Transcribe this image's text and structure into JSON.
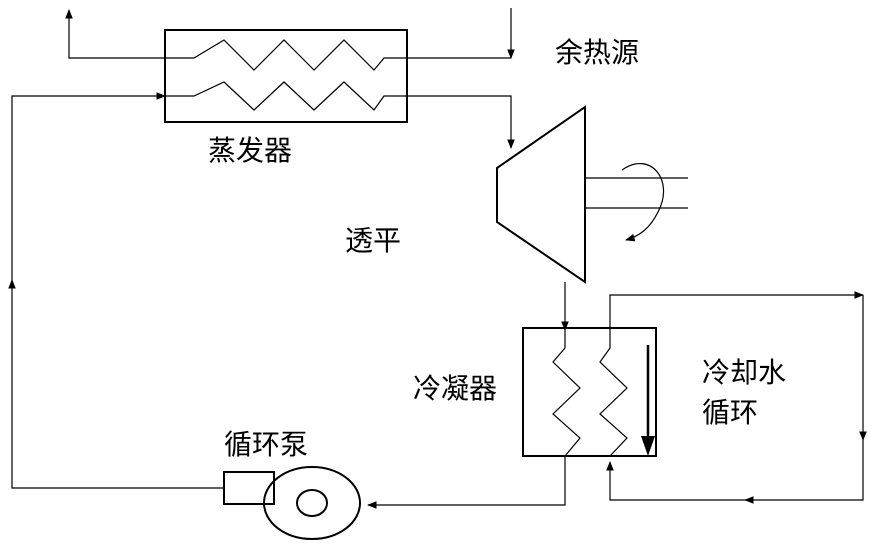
{
  "labels": {
    "waste_heat": "余热源",
    "evaporator": "蒸发器",
    "turbine": "透平",
    "condenser": "冷凝器",
    "cooling_water_1": "冷却水",
    "cooling_water_2": "循环",
    "pump": "循环泵"
  }
}
